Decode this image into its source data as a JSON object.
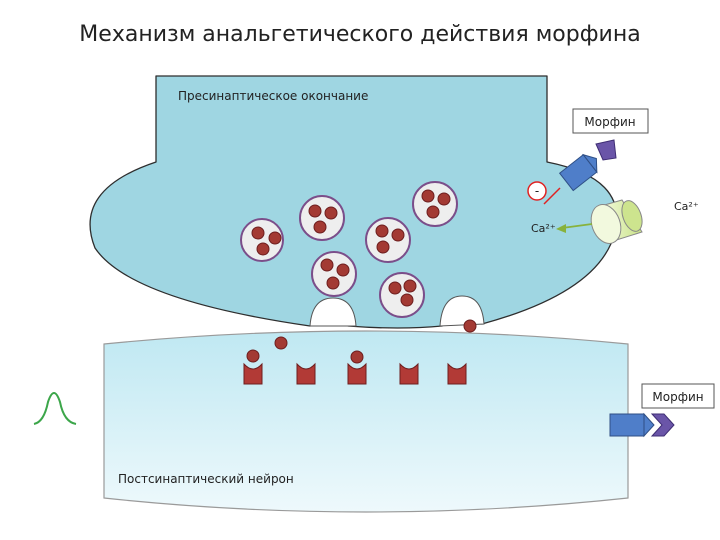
{
  "title": "Механизм анальгетического действия морфина",
  "labels": {
    "presynaptic": "Пресинаптическое окончание",
    "postsynaptic": "Постсинаптический нейрон",
    "morphine_top": "Морфин",
    "morphine_bottom": "Морфин",
    "ca_right": "Ca²⁺",
    "ca_left": "Ca²⁺",
    "minus": "-"
  },
  "colors": {
    "presynaptic_fill": "#9fd6e2",
    "postsynaptic_fill": "#d8f1f7",
    "vesicle_fill": "#eeeeee",
    "vesicle_stroke": "#7b4e8a",
    "neurotransmitter": "#a33a33",
    "receptor": "#b23a36",
    "morphine_blue": "#4f7ec9",
    "morphine_purple": "#6a55a8",
    "channel": "#d9ee9c",
    "ca_arrow": "#88b23c",
    "inhibit_circle": "#e02222",
    "spike": "#3ca64a"
  }
}
